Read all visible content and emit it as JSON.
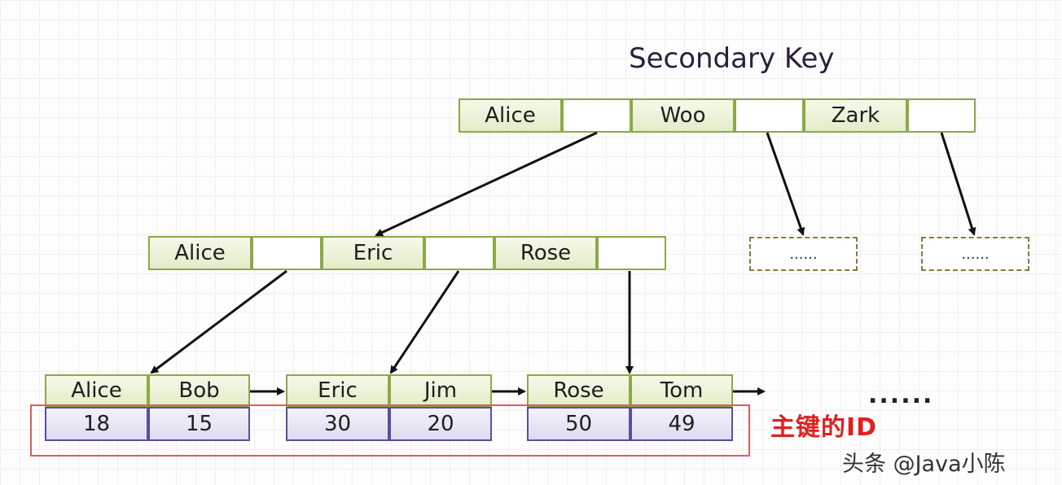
{
  "title": "Secondary Key",
  "root": {
    "keys": [
      "Alice",
      "Woo",
      "Zark"
    ]
  },
  "internal": {
    "keys": [
      "Alice",
      "Eric",
      "Rose"
    ]
  },
  "placeholder_nodes": [
    "......",
    "......"
  ],
  "leaves": [
    {
      "keys": [
        "Alice",
        "Bob"
      ],
      "ids": [
        "18",
        "15"
      ]
    },
    {
      "keys": [
        "Eric",
        "Jim"
      ],
      "ids": [
        "30",
        "20"
      ]
    },
    {
      "keys": [
        "Rose",
        "Tom"
      ],
      "ids": [
        "50",
        "49"
      ]
    }
  ],
  "leaf_continuation": "......",
  "primary_key_label": "主键的ID",
  "watermark": "头条 @Java小陈",
  "colors": {
    "key_border": "#8aaa46",
    "id_border": "#5a4f9c",
    "highlight": "#e02020",
    "arrow": "#111111"
  }
}
